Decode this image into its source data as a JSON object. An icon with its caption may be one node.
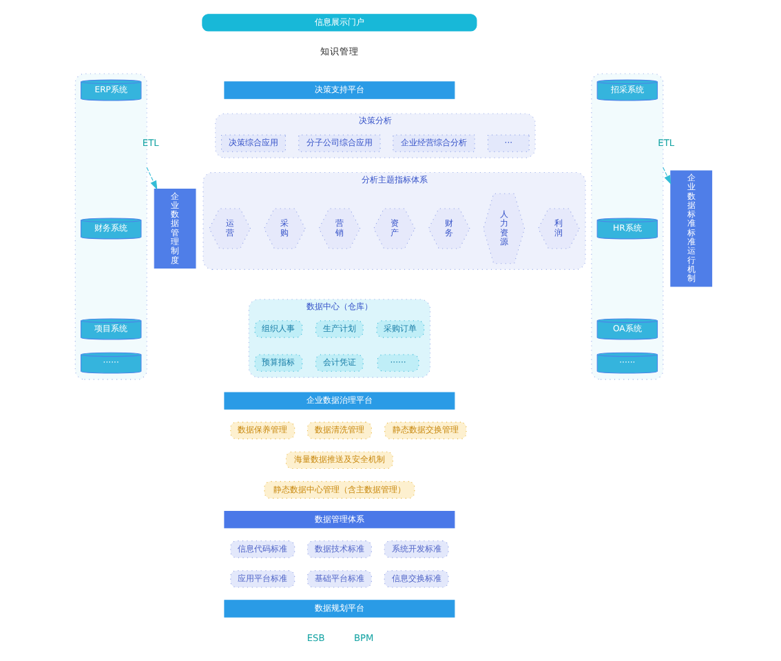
{
  "diagram": {
    "nodes": [
      {
        "text": [
          "信息展示门户"
        ]
      },
      {
        "text": [
          "决策支持平台"
        ]
      },
      {
        "text": [
          "企业数据管理制度"
        ]
      },
      {
        "text": [
          "企业数据标准标准运行机制"
        ]
      },
      {
        "text": [
          "决策分析"
        ]
      },
      {
        "text": [
          "决策综合应用"
        ],
        "in": 4
      },
      {
        "text": [
          "分子公司综合应用"
        ],
        "in": 4
      },
      {
        "text": [
          "企业经营综合分析"
        ],
        "in": 4
      },
      {
        "text": [
          "···"
        ],
        "in": 4
      },
      {
        "text": [
          "分析主题指标体系"
        ]
      },
      {
        "text": [
          "运营"
        ],
        "in": 9
      },
      {
        "text": [
          "采购"
        ],
        "in": 9
      },
      {
        "text": [
          "营销"
        ],
        "in": 9
      },
      {
        "text": [
          "资产"
        ],
        "in": 9
      },
      {
        "text": [
          "财务"
        ],
        "in": 9
      },
      {
        "text": [
          "人力资源"
        ],
        "in": 9
      },
      {
        "text": [
          "利润"
        ],
        "in": 9
      },
      {
        "text": [
          "数据中心（仓库）"
        ]
      },
      {
        "text": [
          "组织人事"
        ],
        "in": 17
      },
      {
        "text": [
          "生产计划"
        ],
        "in": 17
      },
      {
        "text": [
          "采购订单"
        ],
        "in": 17
      },
      {
        "text": [
          "预算指标"
        ],
        "in": 17
      },
      {
        "text": [
          "会计凭证"
        ],
        "in": 17
      },
      {
        "text": [
          "······"
        ],
        "in": 17
      },
      {
        "text": [
          "企业数据治理平台"
        ]
      },
      {
        "text": [
          "数据保养管理"
        ]
      },
      {
        "text": [
          "数据清洗管理"
        ]
      },
      {
        "text": [
          "静态数据交换管理"
        ]
      },
      {
        "text": [
          "海量数据推送及安全机制"
        ]
      },
      {
        "text": [
          "静态数据中心管理（含主数据管理）"
        ]
      },
      {
        "text": [
          "数据管理体系"
        ]
      },
      {
        "text": [
          "信息代码标准"
        ]
      },
      {
        "text": [
          "数据技术标准"
        ]
      },
      {
        "text": [
          "系统开发标准"
        ]
      },
      {
        "text": [
          "应用平台标准"
        ]
      },
      {
        "text": [
          "基础平台标准"
        ]
      },
      {
        "text": [
          "信息交换标准"
        ]
      },
      {
        "text": [
          "数据规划平台"
        ]
      },
      {
        "text": [],
        "shape": "box"
      },
      {
        "text": [
          "ERP系统"
        ],
        "in": 38
      },
      {
        "text": [
          "财务系统"
        ],
        "in": 38
      },
      {
        "text": [
          "项目系统"
        ],
        "in": 38
      },
      {
        "text": [
          "······"
        ],
        "in": 38
      },
      {
        "text": [],
        "shape": "box"
      },
      {
        "text": [
          "招采系统"
        ],
        "in": 43
      },
      {
        "text": [
          "HR系统"
        ],
        "in": 43
      },
      {
        "text": [
          "OA系统"
        ],
        "in": 43
      },
      {
        "text": [
          "······"
        ],
        "in": 43
      }
    ],
    "edges": [
      {
        "from": 38,
        "to": 2,
        "arrow": "to",
        "label": "ETL",
        "style": "dashed"
      },
      {
        "from": 43,
        "to": 3,
        "arrow": "to",
        "label": "ETL",
        "style": "dashed"
      }
    ],
    "labels": [
      "知识管理",
      "ESB",
      "BPM"
    ]
  }
}
